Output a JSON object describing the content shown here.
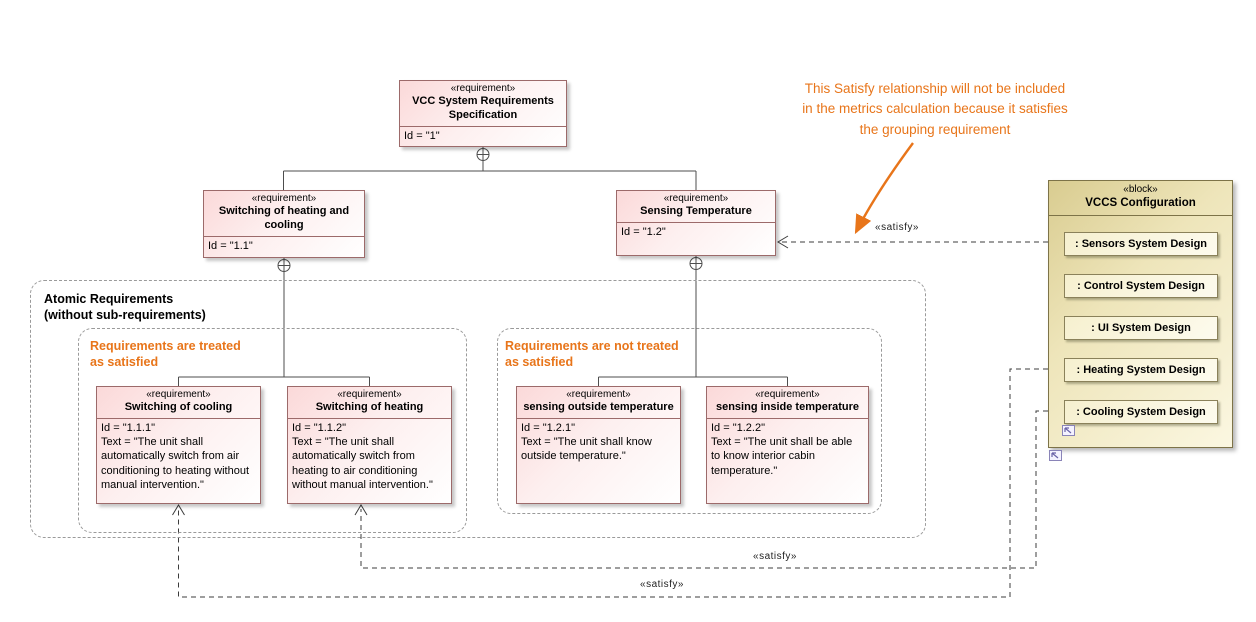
{
  "annotation": {
    "line1": "This Satisfy relationship will not be included",
    "line2": "in the metrics calculation because it satisfies",
    "line3": "the grouping requirement"
  },
  "groups": {
    "atomic_line1": "Atomic Requirements",
    "atomic_line2": "(without sub-requirements)",
    "satisfied_line1": "Requirements are treated",
    "satisfied_line2": "as satisfied",
    "not_satisfied_line1": "Requirements are not treated",
    "not_satisfied_line2": "as satisfied"
  },
  "requirements": {
    "root": {
      "stereotype": "«requirement»",
      "name": "VCC System Requirements Specification",
      "id": "Id = \"1\""
    },
    "r11": {
      "stereotype": "«requirement»",
      "name": "Switching of heating and cooling",
      "id": "Id = \"1.1\""
    },
    "r12": {
      "stereotype": "«requirement»",
      "name": "Sensing Temperature",
      "id": "Id = \"1.2\""
    },
    "r111": {
      "stereotype": "«requirement»",
      "name": "Switching of cooling",
      "id": "Id = \"1.1.1\"",
      "text": "Text = \"The unit shall automatically switch from air conditioning to heating without manual intervention.\""
    },
    "r112": {
      "stereotype": "«requirement»",
      "name": "Switching of heating",
      "id": "Id = \"1.1.2\"",
      "text": "Text = \"The unit shall automatically switch from heating to air conditioning without manual intervention.\""
    },
    "r121": {
      "stereotype": "«requirement»",
      "name": "sensing outside temperature",
      "id": "Id = \"1.2.1\"",
      "text": "Text = \"The unit shall know outside temperature.\""
    },
    "r122": {
      "stereotype": "«requirement»",
      "name": "sensing inside temperature",
      "id": "Id = \"1.2.2\"",
      "text": "Text = \"The unit shall be able to know interior cabin temperature.\""
    }
  },
  "block": {
    "stereotype": "«block»",
    "name": "VCCS Configuration",
    "parts": [
      ": Sensors System Design",
      ": Control System Design",
      ": UI System Design",
      ": Heating System Design",
      ": Cooling System Design"
    ]
  },
  "edges": {
    "satisfy_label": "«satisfy»"
  },
  "colors": {
    "annotation_orange": "#e8751a",
    "requirement_fill": "#fbd9d9",
    "requirement_border": "#9c6a6a",
    "block_fill": "#e6dba4",
    "block_border": "#7d7348"
  }
}
